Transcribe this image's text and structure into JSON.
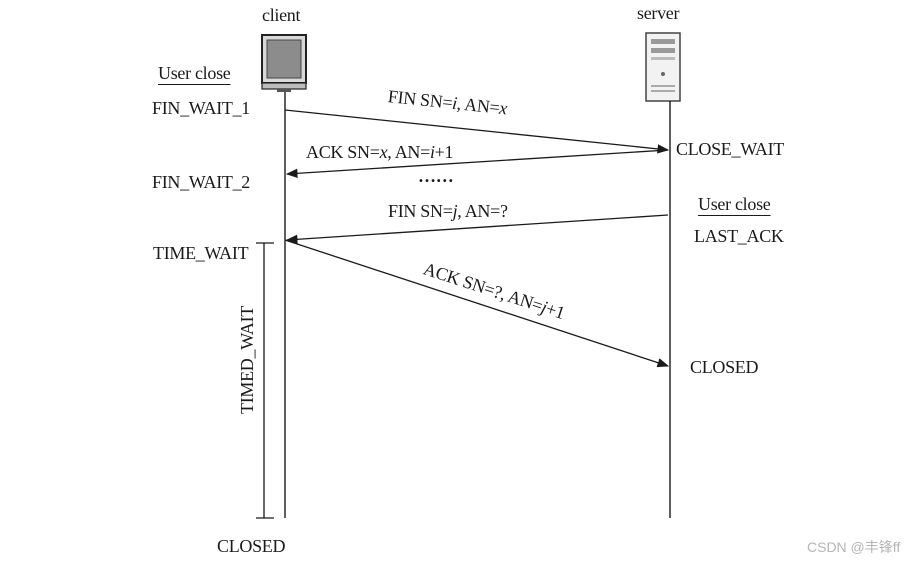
{
  "client": {
    "title": "client",
    "icon": "monitor-icon"
  },
  "server": {
    "title": "server",
    "icon": "server-tower-icon"
  },
  "client_states": {
    "user_close": "User close",
    "fin_wait_1": "FIN_WAIT_1",
    "fin_wait_2": "FIN_WAIT_2",
    "time_wait": "TIME_WAIT",
    "timed_wait": "TIMED_WAIT",
    "closed": "CLOSED"
  },
  "server_states": {
    "close_wait": "CLOSE_WAIT",
    "user_close": "User close",
    "last_ack": "LAST_ACK",
    "closed": "CLOSED"
  },
  "messages": {
    "fin1": {
      "p1": "FIN SN=",
      "v1": "i",
      "p2": ", AN=",
      "v2": "x"
    },
    "ack1": {
      "p1": "ACK SN=",
      "v1": "x",
      "p2": ", AN=",
      "v2": "i",
      "p3": "+1"
    },
    "dots": "……",
    "fin2": {
      "p1": "FIN SN=",
      "v1": "j",
      "p2": ", AN=?"
    },
    "ack2": {
      "p1": "ACK SN=?, AN=",
      "v1": "j",
      "p2": "+1"
    }
  },
  "watermark": "CSDN @丰锋ff",
  "colors": {
    "line": "#1a1a1a",
    "watermark": "#b5b5b5"
  }
}
